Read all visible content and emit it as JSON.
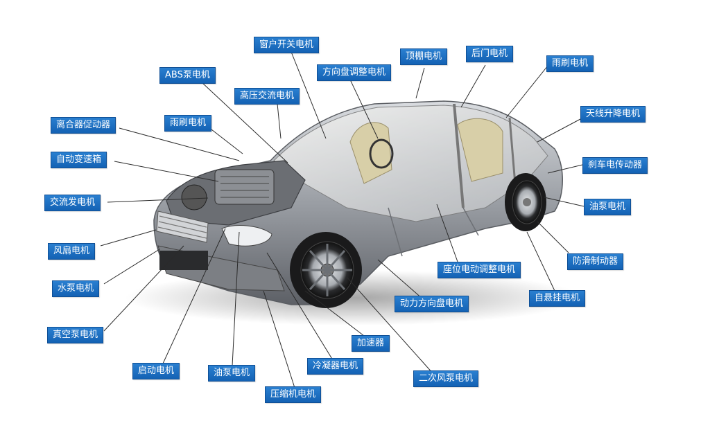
{
  "labels": {
    "window_motor": "窗户开关电机",
    "abs_pump_motor": "ABS泵电机",
    "steering_adjust_motor": "方向盘调整电机",
    "sunroof_motor": "顶棚电机",
    "rear_door_motor": "后门电机",
    "rear_wiper_motor": "雨刷电机",
    "hv_ac_motor": "高压交流电机",
    "antenna_motor": "天线升降电机",
    "clutch_actuator": "离合器促动器",
    "front_wiper_motor": "雨刷电机",
    "brake_actuator": "刹车电传动器",
    "auto_transmission": "自动变速箱",
    "alternator": "交流发电机",
    "rear_oil_pump_motor": "油泵电机",
    "fan_motor": "风扇电机",
    "anti_skid_brake": "防滑制动器",
    "water_pump_motor": "水泵电机",
    "seat_adjust_motor": "座位电动调整电机",
    "self_suspension_motor": "自悬挂电机",
    "power_steering_motor": "动力方向盘电机",
    "vacuum_pump_motor": "真空泵电机",
    "accelerator": "加速器",
    "starter_motor": "启动电机",
    "condenser_motor": "冷凝器电机",
    "oil_pump_motor": "油泵电机",
    "secondary_fan_pump_motor": "二次风泵电机",
    "compressor_motor": "压缩机电机"
  },
  "colors": {
    "label_bg": "#1a6cc0",
    "label_border": "#0f4f95",
    "leader_line": "#2b2b2b",
    "car_body": "#8d9096"
  }
}
